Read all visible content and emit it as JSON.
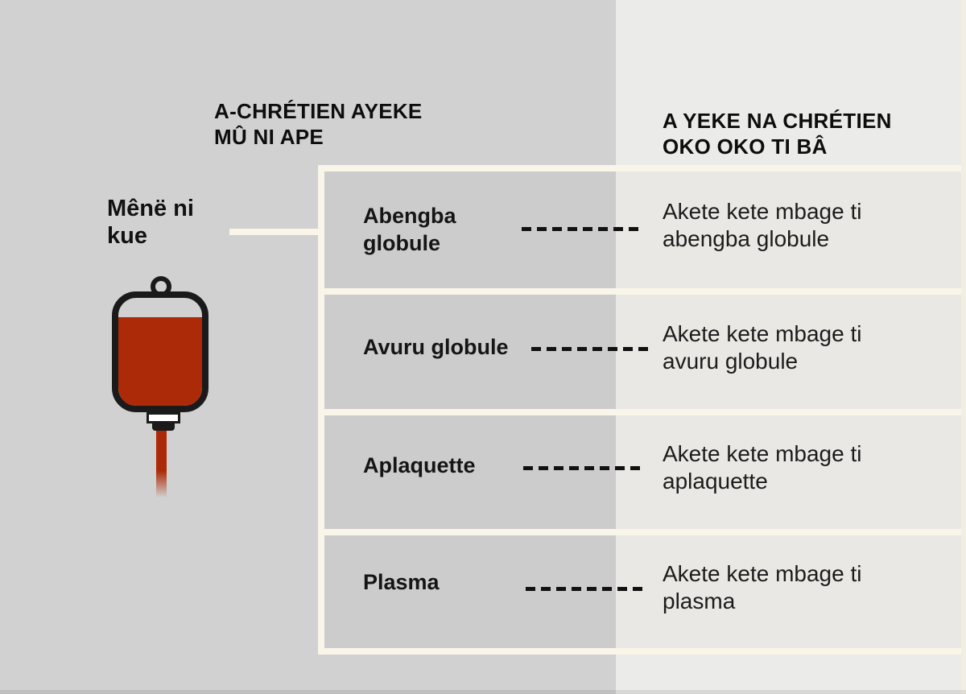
{
  "header_left": {
    "lines": [
      "A-CHRÉTIEN AYEKE",
      "MÛ NI APE"
    ]
  },
  "header_right": {
    "lines": [
      "A YEKE NA CHRÉTIEN",
      "OKO OKO TI BÂ"
    ]
  },
  "source": {
    "label_lines": [
      "Mênë ni",
      "kue"
    ],
    "icon": "blood-bag-icon"
  },
  "table": {
    "rows": [
      {
        "label_lines": [
          "Abengba",
          "globule"
        ],
        "desc_lines": [
          "Akete kete mbage ti",
          "abengba globule"
        ]
      },
      {
        "label_lines": [
          "Avuru globule"
        ],
        "desc_lines": [
          "Akete kete mbage ti",
          "avuru globule"
        ]
      },
      {
        "label_lines": [
          "Aplaquette"
        ],
        "desc_lines": [
          "Akete kete mbage ti",
          "aplaquette"
        ]
      },
      {
        "label_lines": [
          "Plasma"
        ],
        "desc_lines": [
          "Akete kete mbage ti",
          "plasma"
        ]
      }
    ]
  },
  "colors": {
    "left_background": "#d1d1d1",
    "right_background": "#ebebe9",
    "row_left_background": "#cccccc",
    "row_right_background": "#e9e8e5",
    "cream_line": "#f9f5e8",
    "blood_red": "#ac2a08",
    "outline_black": "#1a1a1a",
    "text_black": "#0d0d0d"
  }
}
